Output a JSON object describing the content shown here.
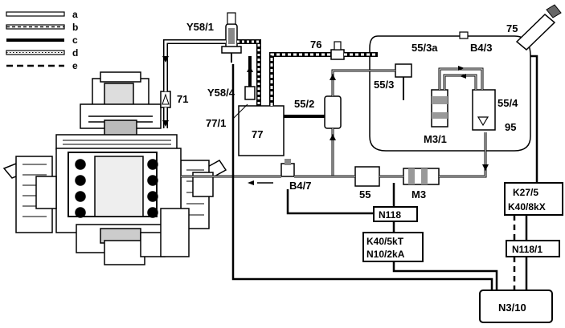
{
  "legend": [
    {
      "key": "a"
    },
    {
      "key": "b"
    },
    {
      "key": "c"
    },
    {
      "key": "d"
    },
    {
      "key": "e"
    }
  ],
  "labels": {
    "y58_1": "Y58/1",
    "y58_4": "Y58/4",
    "c71": "71",
    "c77_1": "77/1",
    "c77": "77",
    "c76": "76",
    "c55_2": "55/2",
    "c55_3a": "55/3a",
    "c55_3": "55/3",
    "b4_3": "B4/3",
    "c75": "75",
    "m3_1": "M3/1",
    "c55_4": "55/4",
    "c95": "95",
    "b4_7": "B4/7",
    "c55": "55",
    "m3": "M3"
  },
  "boxes": {
    "n118": "N118",
    "k40_5kt": "K40/5kT",
    "n10_2ka": "N10/2kA",
    "k27_5": "K27/5",
    "k40_8kx": "K40/8kX",
    "n118_1": "N118/1",
    "n3_10": "N3/10"
  }
}
